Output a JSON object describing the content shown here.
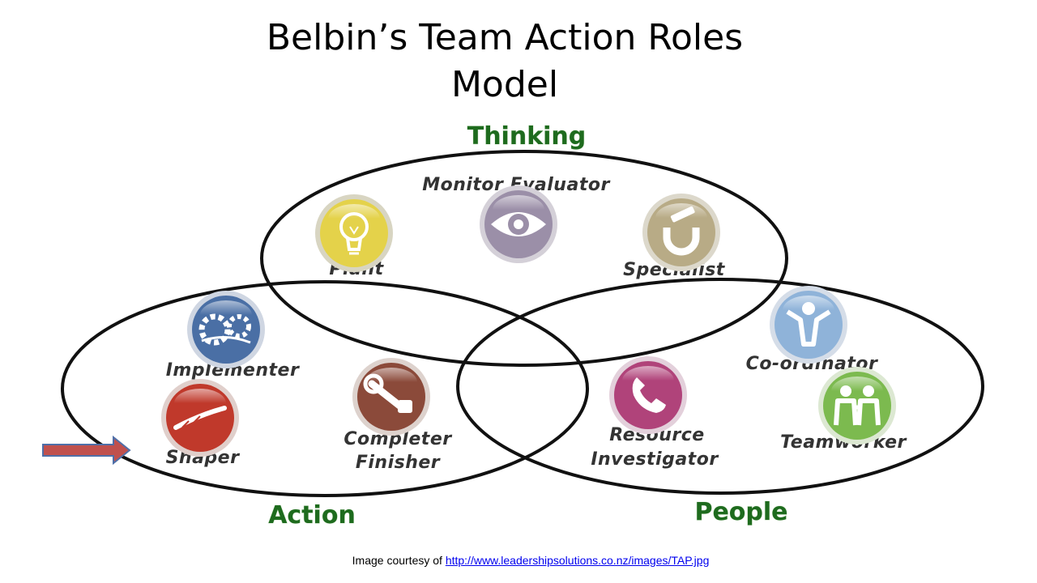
{
  "slide": {
    "title_line1": "Belbin’s Team Action Roles",
    "title_line2": "Model"
  },
  "groups": {
    "thinking": "Thinking",
    "action": "Action",
    "people": "People"
  },
  "roles": {
    "monitor_evaluator": "Monitor Evaluator",
    "plant": "Plant",
    "specialist": "Specialist",
    "implementer": "Implementer",
    "shaper": "Shaper",
    "completer_finisher_1": "Completer",
    "completer_finisher_2": "Finisher",
    "coordinator": "Co-ordinator",
    "resource_investigator_1": "Resource",
    "resource_investigator_2": "Investigator",
    "teamworker": "Teamworker"
  },
  "icons": {
    "plant": "lightbulb-icon",
    "monitor_evaluator": "eye-icon",
    "specialist": "magnet-icon",
    "implementer": "gears-icon",
    "shaper": "tool-icon",
    "completer_finisher": "wrench-icon",
    "coordinator": "person-icon",
    "resource_investigator": "telephone-icon",
    "teamworker": "people-icon"
  },
  "colors": {
    "plant": "#e4d24a",
    "monitor_evaluator": "#9b8fa8",
    "specialist": "#b8ab86",
    "implementer": "#4a6fa5",
    "shaper": "#c0392b",
    "completer_finisher": "#8b4a3a",
    "coordinator": "#8fb3d9",
    "resource_investigator": "#b0437a",
    "teamworker": "#7cba4f",
    "group_label": "#1e6b1e",
    "arrow": "#c0504d"
  },
  "caption": {
    "prefix": "Image courtesy of ",
    "link": "http://www.leadershipsolutions.co.nz/images/TAP.jpg"
  }
}
